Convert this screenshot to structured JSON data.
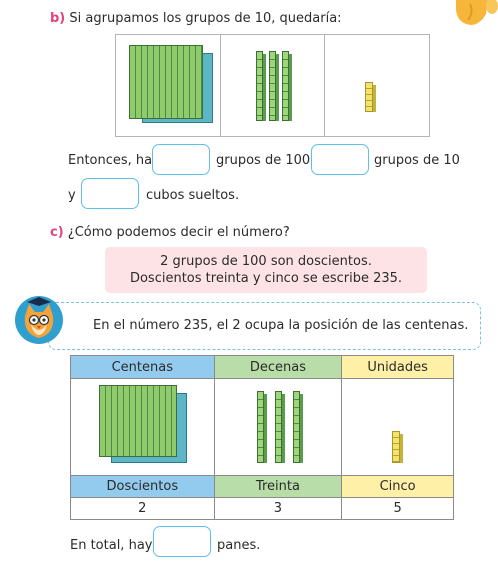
{
  "section_b": {
    "letter": "b)",
    "text": "Si agrupamos los grupos de 10, quedaría:",
    "line1_pre": "Entonces, hay",
    "line1_mid": "grupos de 100,",
    "line1_post": "grupos de 10",
    "line2_pre": "y",
    "line2_post": "cubos sueltos."
  },
  "section_c": {
    "letter": "c)",
    "text": "¿Cómo podemos decir el número?"
  },
  "note": {
    "line1": "2 grupos de 100 son doscientos.",
    "line2": "Doscientos treinta y cinco se escribe 235."
  },
  "bubble": {
    "text": "En el número 235, el 2 ocupa la posición de las centenas."
  },
  "table": {
    "headers": [
      "Centenas",
      "Decenas",
      "Unidades"
    ],
    "names": [
      "Doscientos",
      "Treinta",
      "Cinco"
    ],
    "values": [
      "2",
      "3",
      "5"
    ],
    "colors": {
      "centenas": "#93cbef",
      "decenas": "#b8dda9",
      "unidades": "#fff0a8"
    }
  },
  "footer": {
    "pre": "En total, hay",
    "post": "panes."
  },
  "colors": {
    "accent_letter": "#e0457b",
    "input_border": "#5cc0ea",
    "note_bg": "#fde3e5"
  }
}
